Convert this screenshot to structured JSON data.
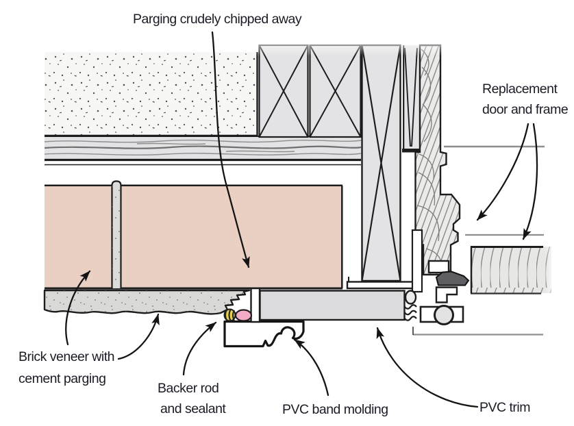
{
  "diagram": {
    "labels": {
      "parging_chipped": "Parging crudely chipped away",
      "replacement_line1": "Replacement",
      "replacement_line2": "door and frame",
      "brick_line1": "Brick veneer with",
      "brick_line2": "cement parging",
      "backer_line1": "Backer rod",
      "backer_line2": "and sealant",
      "band_molding": "PVC band molding",
      "pvc_trim": "PVC trim"
    },
    "colors": {
      "label_text": "#1b1b26",
      "outline": "#1d1d1d",
      "gray_line": "#8e8e8e",
      "concrete_fill": "#f7f7f5",
      "framing_fill": "#e3e3e5",
      "wood_fill": "#ebebe9",
      "door_fill": "#e7e7e5",
      "brick_fill": "#e9d0c3",
      "mortar_fill": "#dcdcda",
      "parging_fill": "#d9d9d7",
      "trim_fill": "#dcdcde",
      "backer_rod_yellow": "#e6cf4e",
      "sealant_pink": "#f3abc7",
      "sweep_dark": "#5f5f63"
    }
  }
}
